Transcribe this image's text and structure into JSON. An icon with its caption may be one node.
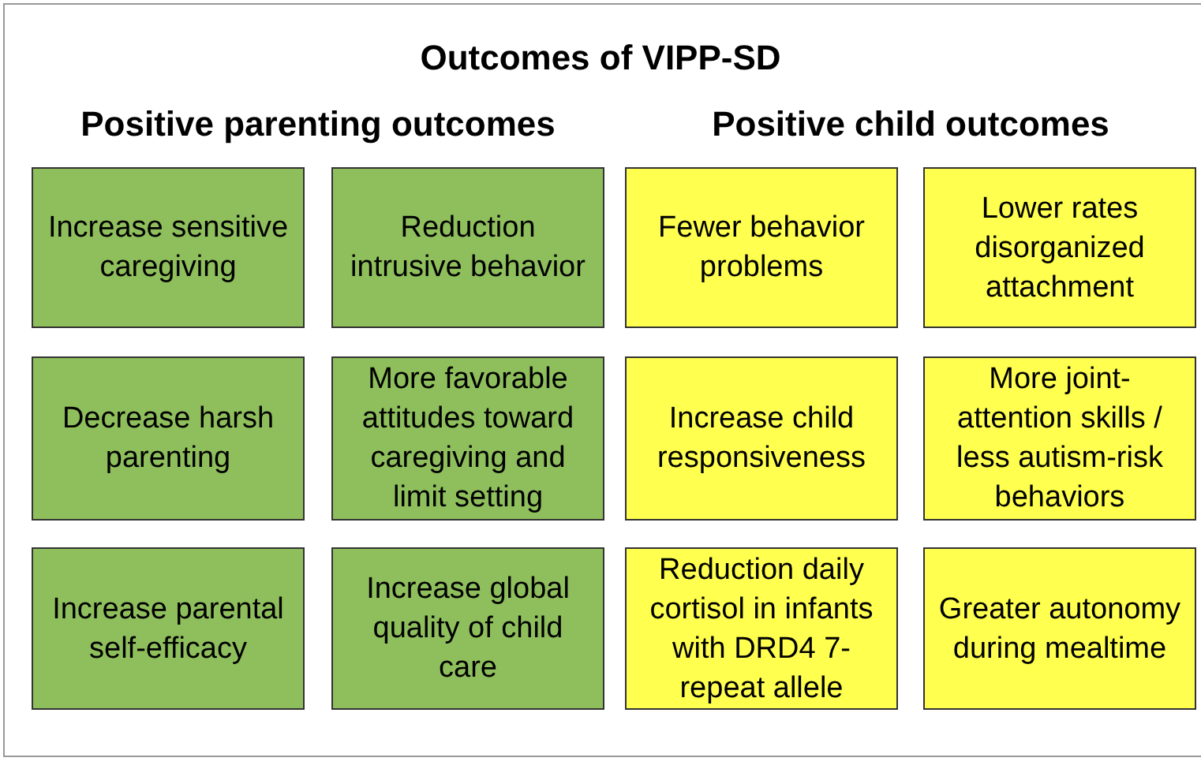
{
  "diagram": {
    "title": "Outcomes of VIPP-SD",
    "nodes": [
      {
        "text": [
          "Increase sensitive caregiving"
        ]
      },
      {
        "text": [
          "Reduction intrusive behavior"
        ]
      },
      {
        "text": [
          "Fewer behavior problems"
        ]
      },
      {
        "text": [
          "Lower rates disorganized attachment"
        ]
      },
      {
        "text": [
          "Decrease harsh parenting"
        ]
      },
      {
        "text": [
          "More favorable attitudes toward caregiving and limit setting"
        ]
      },
      {
        "text": [
          "Increase child responsiveness"
        ]
      },
      {
        "text": [
          "More joint-attention skills / less autism-risk behaviors"
        ]
      },
      {
        "text": [
          "Increase parental self-efficacy"
        ]
      },
      {
        "text": [
          "Increase global quality of child care"
        ]
      },
      {
        "text": [
          "Reduction daily cortisol in infants with DRD4 7-repeat allele"
        ]
      },
      {
        "text": [
          "Greater autonomy during mealtime"
        ]
      }
    ],
    "labels": [
      "Positive parenting outcomes",
      "Positive child outcomes"
    ]
  }
}
